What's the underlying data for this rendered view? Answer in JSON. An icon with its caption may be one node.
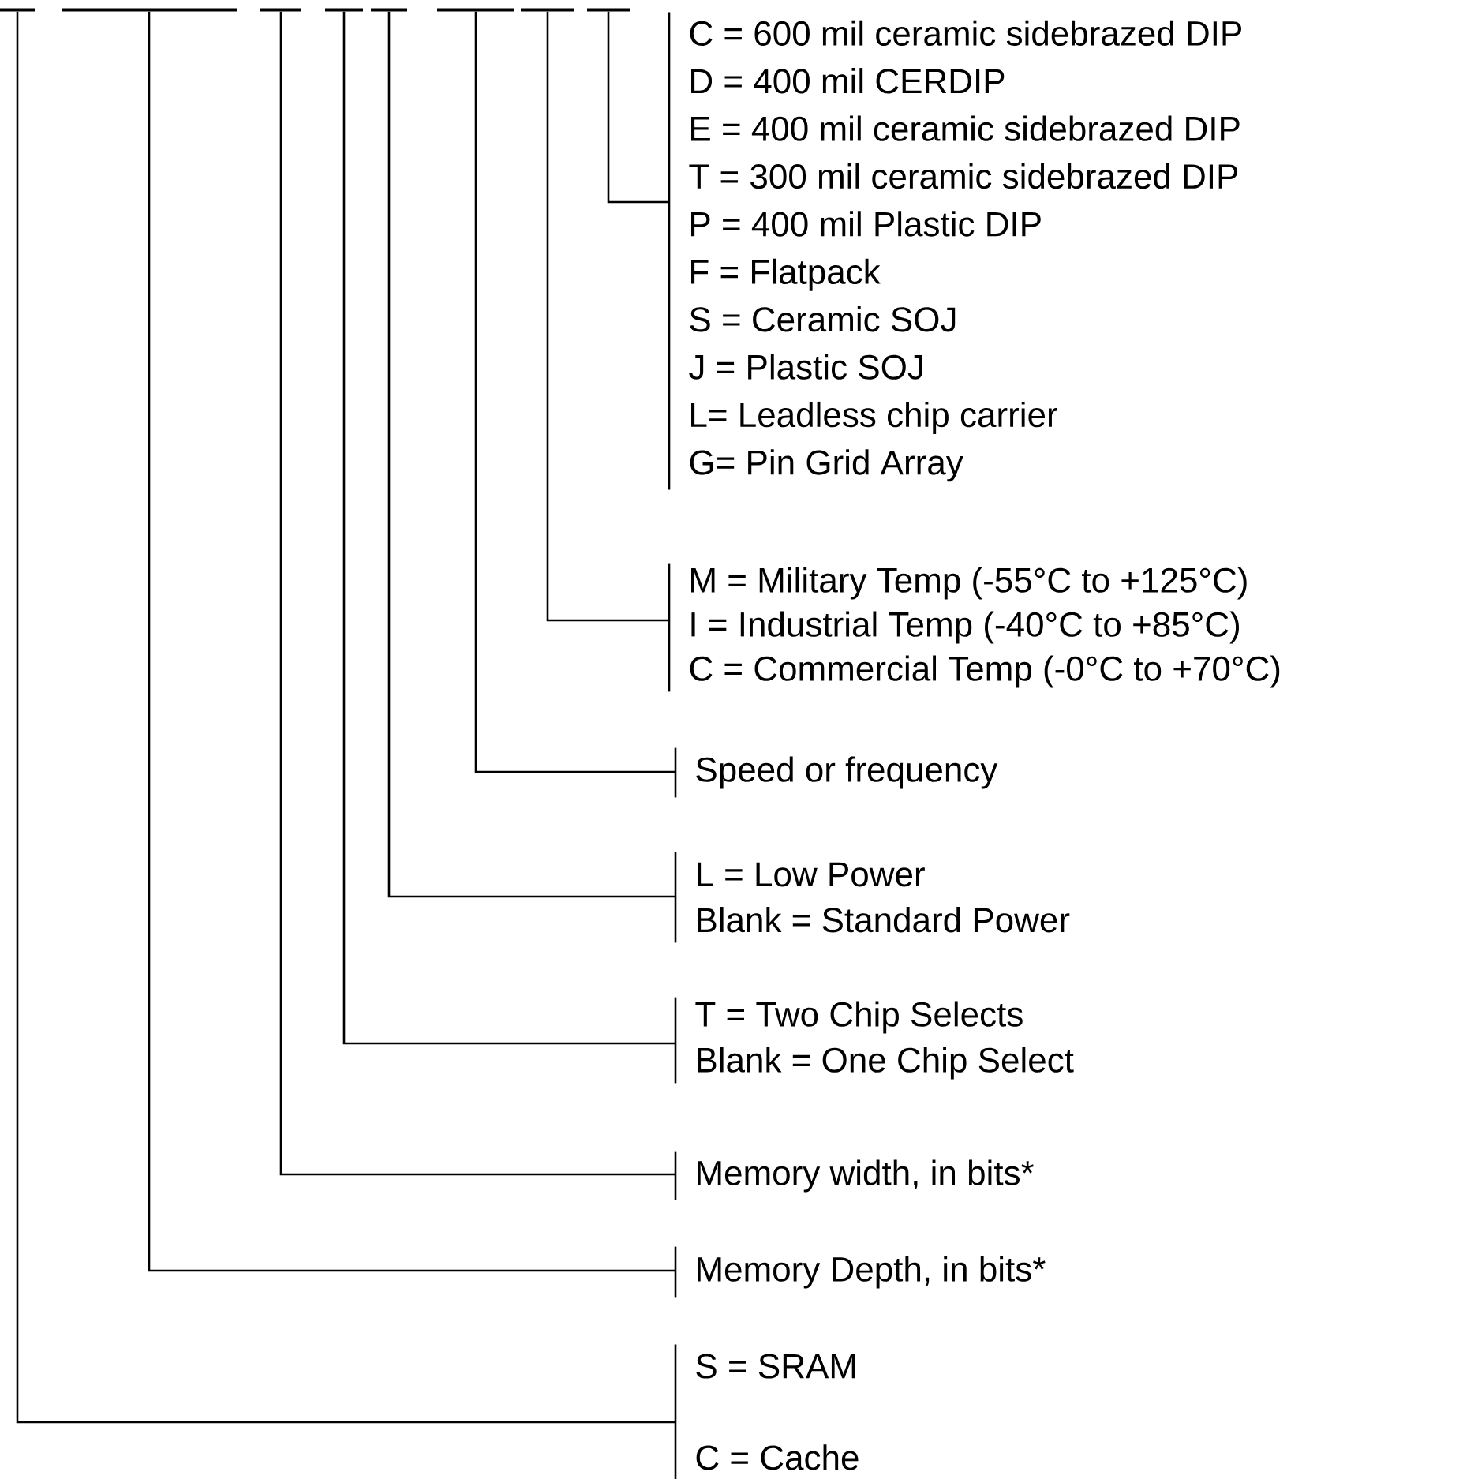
{
  "diagram": {
    "nodes": [
      {
        "text": [],
        "shape": "bar"
      },
      {
        "text": [],
        "shape": "bar"
      },
      {
        "text": [],
        "shape": "bar"
      },
      {
        "text": [],
        "shape": "bar"
      },
      {
        "text": [],
        "shape": "bar"
      },
      {
        "text": [],
        "shape": "bar"
      },
      {
        "text": [],
        "shape": "bar"
      },
      {
        "text": [],
        "shape": "bar"
      },
      {
        "text": [
          "C = 600 mil ceramic sidebrazed DIP",
          "D = 400 mil CERDIP",
          "E = 400 mil ceramic sidebrazed DIP",
          "T = 300 mil ceramic sidebrazed DIP",
          "P = 400 mil Plastic DIP",
          "F = Flatpack",
          "S = Ceramic SOJ",
          "J = Plastic SOJ",
          "L= Leadless chip carrier",
          "G= Pin Grid Array"
        ]
      },
      {
        "text": [
          "M = Military Temp (-55°C to +125°C)",
          "I = Industrial Temp (-40°C to +85°C)",
          "C = Commercial Temp (-0°C to +70°C)"
        ]
      },
      {
        "text": [
          "Speed or frequency"
        ]
      },
      {
        "text": [
          "L = Low Power",
          "Blank = Standard Power"
        ]
      },
      {
        "text": [
          "T = Two Chip Selects",
          "Blank = One Chip Select"
        ]
      },
      {
        "text": [
          "Memory width, in bits*"
        ]
      },
      {
        "text": [
          "Memory Depth, in bits*"
        ]
      },
      {
        "text": [
          "S = SRAM",
          "C = Cache"
        ]
      }
    ],
    "edges": [
      {
        "from": 7,
        "to": 8,
        "arrow": "none"
      },
      {
        "from": 6,
        "to": 9,
        "arrow": "none"
      },
      {
        "from": 5,
        "to": 10,
        "arrow": "none"
      },
      {
        "from": 4,
        "to": 11,
        "arrow": "none"
      },
      {
        "from": 3,
        "to": 12,
        "arrow": "none"
      },
      {
        "from": 2,
        "to": 13,
        "arrow": "none"
      },
      {
        "from": 1,
        "to": 14,
        "arrow": "none"
      },
      {
        "from": 0,
        "to": 15,
        "arrow": "none"
      }
    ]
  }
}
